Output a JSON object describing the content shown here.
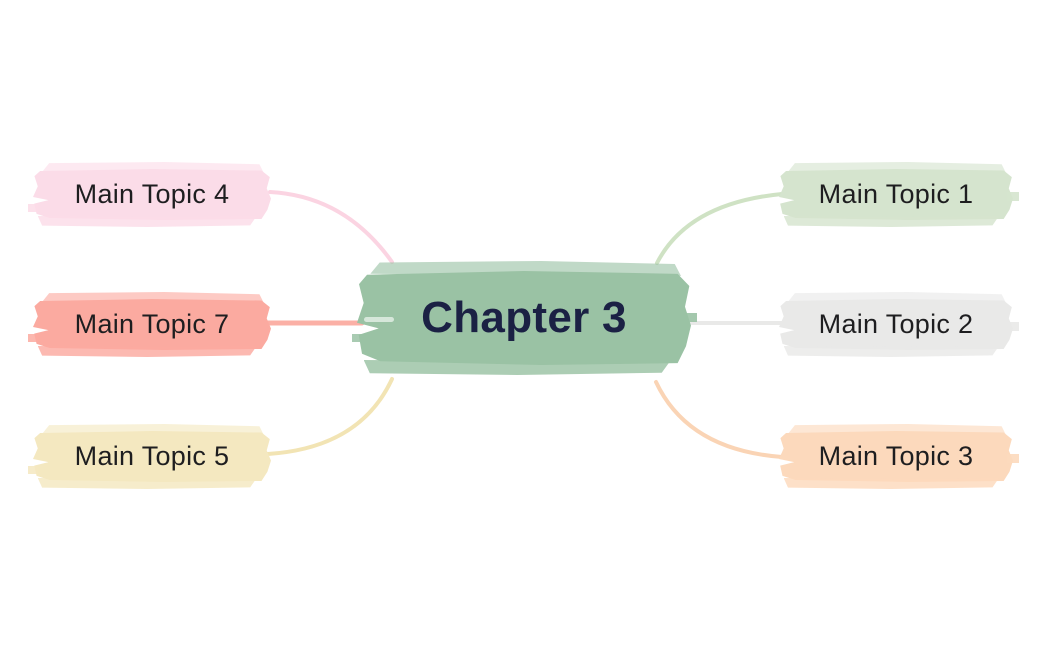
{
  "diagram": {
    "type": "mindmap",
    "background": "#ffffff",
    "topic_text_color": "#1e1e20",
    "central": {
      "label": "Chapter 3",
      "fill": "#9ac2a4",
      "text_color": "#1b2144"
    },
    "topics": [
      {
        "id": "mt1",
        "label": "Main Topic 1",
        "fill": "#d5e4ce",
        "side": "right",
        "position": "top"
      },
      {
        "id": "mt2",
        "label": "Main Topic 2",
        "fill": "#e9e9e8",
        "side": "right",
        "position": "middle"
      },
      {
        "id": "mt3",
        "label": "Main Topic 3",
        "fill": "#fcd9bc",
        "side": "right",
        "position": "bottom"
      },
      {
        "id": "mt4",
        "label": "Main Topic 4",
        "fill": "#fbdce8",
        "side": "left",
        "position": "top"
      },
      {
        "id": "mt7",
        "label": "Main Topic 7",
        "fill": "#fbaaa0",
        "side": "left",
        "position": "middle"
      },
      {
        "id": "mt5",
        "label": "Main Topic 5",
        "fill": "#f4e8c0",
        "side": "left",
        "position": "bottom"
      }
    ],
    "connectors": [
      {
        "from": "Chapter 3",
        "to": "Main Topic 1",
        "color": "#cfe2c4",
        "width": 4
      },
      {
        "from": "Chapter 3",
        "to": "Main Topic 2",
        "color": "#e9e9e8",
        "width": 4
      },
      {
        "from": "Chapter 3",
        "to": "Main Topic 3",
        "color": "#fad4b5",
        "width": 4
      },
      {
        "from": "Chapter 3",
        "to": "Main Topic 4",
        "color": "#fbd4e2",
        "width": 4
      },
      {
        "from": "Chapter 3",
        "to": "Main Topic 7",
        "color": "#fbb0a6",
        "width": 5
      },
      {
        "from": "Chapter 3",
        "to": "Main Topic 5",
        "color": "#f2e4b4",
        "width": 4
      }
    ]
  }
}
